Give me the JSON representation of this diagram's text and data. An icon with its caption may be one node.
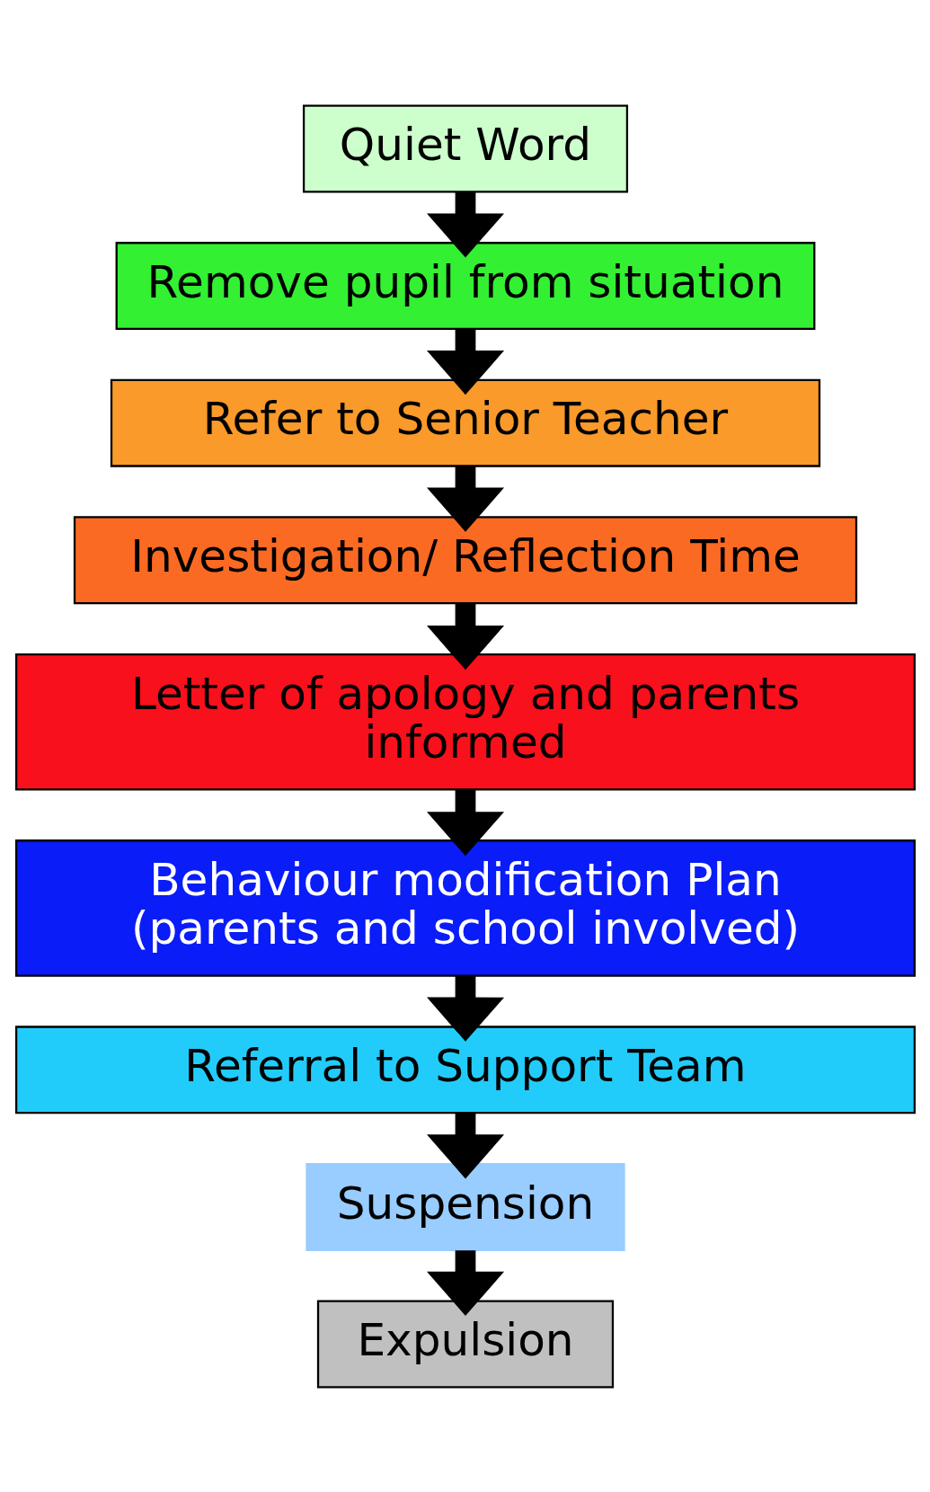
{
  "diagram": {
    "nodes": [
      {
        "text": [
          "Quiet Word"
        ]
      },
      {
        "text": [
          "Remove pupil from situation"
        ]
      },
      {
        "text": [
          "Refer to Senior Teacher"
        ]
      },
      {
        "text": [
          "Investigation/ Reflection Time"
        ]
      },
      {
        "text": [
          "Letter of apology and parents informed"
        ]
      },
      {
        "text": [
          "Behaviour modification Plan (parents and school involved)"
        ]
      },
      {
        "text": [
          "Referral to Support Team"
        ]
      },
      {
        "text": [
          "Suspension"
        ]
      },
      {
        "text": [
          "Expulsion"
        ]
      }
    ],
    "edges": [
      {
        "from": 0,
        "to": 1,
        "arrow": "to"
      },
      {
        "from": 1,
        "to": 2,
        "arrow": "to"
      },
      {
        "from": 2,
        "to": 3,
        "arrow": "to"
      },
      {
        "from": 3,
        "to": 4,
        "arrow": "to"
      },
      {
        "from": 4,
        "to": 5,
        "arrow": "to"
      },
      {
        "from": 5,
        "to": 6,
        "arrow": "to"
      },
      {
        "from": 6,
        "to": 7,
        "arrow": "to"
      },
      {
        "from": 7,
        "to": 8,
        "arrow": "to"
      }
    ]
  }
}
